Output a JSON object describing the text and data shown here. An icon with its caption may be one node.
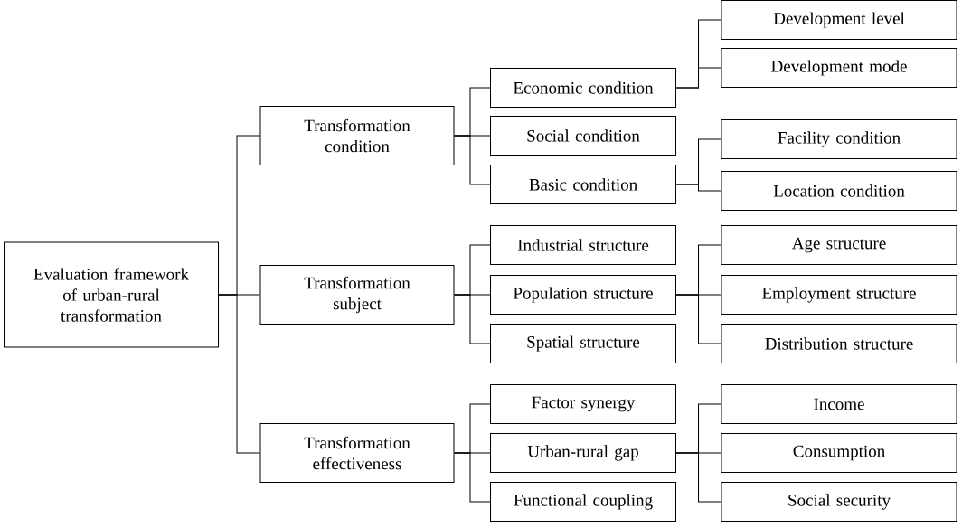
{
  "diagram": {
    "nodes": [
      {
        "text": [
          "Evaluation framework of urban-rural transformation"
        ]
      },
      {
        "text": [
          "Transformation condition"
        ]
      },
      {
        "text": [
          "Transformation subject"
        ]
      },
      {
        "text": [
          "Transformation effectiveness"
        ]
      },
      {
        "text": [
          "Economic condition"
        ]
      },
      {
        "text": [
          "Social condition"
        ]
      },
      {
        "text": [
          "Basic condition"
        ]
      },
      {
        "text": [
          "Industrial structure"
        ]
      },
      {
        "text": [
          "Population structure"
        ]
      },
      {
        "text": [
          "Spatial structure"
        ]
      },
      {
        "text": [
          "Factor synergy"
        ]
      },
      {
        "text": [
          "Urban-rural gap"
        ]
      },
      {
        "text": [
          "Functional coupling"
        ]
      },
      {
        "text": [
          "Development level"
        ]
      },
      {
        "text": [
          "Development mode"
        ]
      },
      {
        "text": [
          "Facility condition"
        ]
      },
      {
        "text": [
          "Location condition"
        ]
      },
      {
        "text": [
          "Age structure"
        ]
      },
      {
        "text": [
          "Employment structure"
        ]
      },
      {
        "text": [
          "Distribution structure"
        ]
      },
      {
        "text": [
          "Income"
        ]
      },
      {
        "text": [
          "Consumption"
        ]
      },
      {
        "text": [
          "Social security"
        ]
      }
    ],
    "edges": [
      {
        "from": 0,
        "to": 1,
        "arrow": "none"
      },
      {
        "from": 0,
        "to": 2,
        "arrow": "none"
      },
      {
        "from": 0,
        "to": 3,
        "arrow": "none"
      },
      {
        "from": 1,
        "to": 4,
        "arrow": "none"
      },
      {
        "from": 1,
        "to": 5,
        "arrow": "none"
      },
      {
        "from": 1,
        "to": 6,
        "arrow": "none"
      },
      {
        "from": 2,
        "to": 7,
        "arrow": "none"
      },
      {
        "from": 2,
        "to": 8,
        "arrow": "none"
      },
      {
        "from": 2,
        "to": 9,
        "arrow": "none"
      },
      {
        "from": 3,
        "to": 10,
        "arrow": "none"
      },
      {
        "from": 3,
        "to": 11,
        "arrow": "none"
      },
      {
        "from": 3,
        "to": 12,
        "arrow": "none"
      },
      {
        "from": 4,
        "to": 13,
        "arrow": "none"
      },
      {
        "from": 4,
        "to": 14,
        "arrow": "none"
      },
      {
        "from": 6,
        "to": 15,
        "arrow": "none"
      },
      {
        "from": 6,
        "to": 16,
        "arrow": "none"
      },
      {
        "from": 8,
        "to": 17,
        "arrow": "none"
      },
      {
        "from": 8,
        "to": 18,
        "arrow": "none"
      },
      {
        "from": 8,
        "to": 19,
        "arrow": "none"
      },
      {
        "from": 11,
        "to": 20,
        "arrow": "none"
      },
      {
        "from": 11,
        "to": 21,
        "arrow": "none"
      },
      {
        "from": 11,
        "to": 22,
        "arrow": "none"
      }
    ]
  }
}
